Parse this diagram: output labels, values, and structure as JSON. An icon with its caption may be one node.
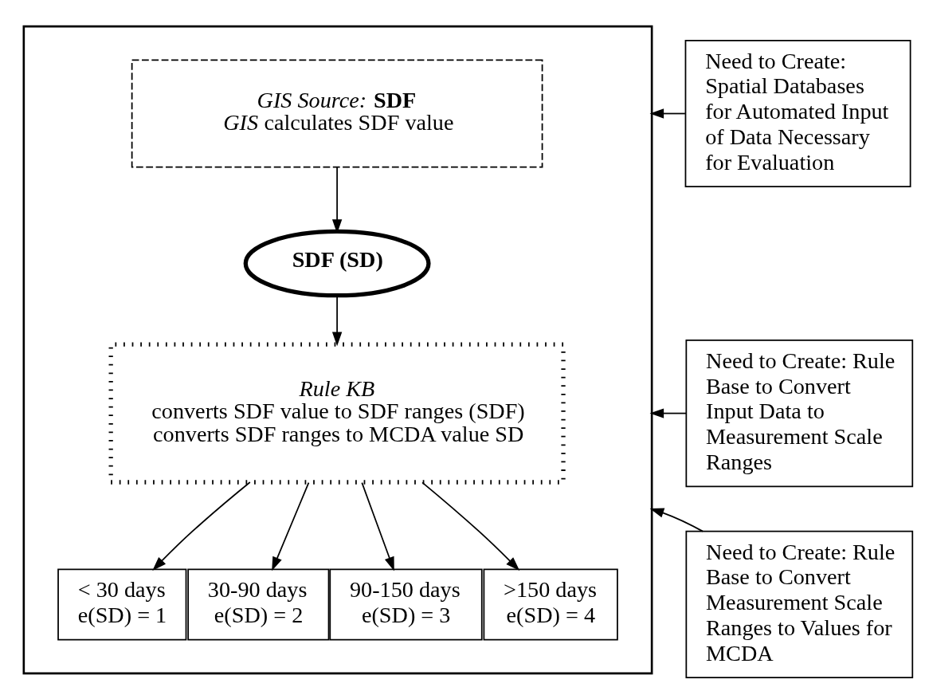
{
  "diagram": {
    "nodes": [
      {
        "text": [],
        "shape": "box"
      },
      {
        "text": [
          "*GIS Source:* **SDF**",
          "*GIS* calculates SDF value"
        ],
        "in": 0
      },
      {
        "text": [
          "SDF (SD)"
        ],
        "in": 0
      },
      {
        "text": [
          "Rule KB",
          "converts SDF value to SDF ranges (SDF)",
          "converts SDF ranges to MCDA value SD"
        ],
        "in": 0
      },
      {
        "text": [
          "< 30 days",
          "e(SD) = 1"
        ],
        "in": 0
      },
      {
        "text": [
          "30-90 days",
          "e(SD) = 2"
        ],
        "in": 0
      },
      {
        "text": [
          "90-150 days",
          "e(SD) = 3"
        ],
        "in": 0
      },
      {
        "text": [
          ">150 days",
          "e(SD) = 4"
        ],
        "in": 0
      },
      {
        "text": [
          "Need to Create: Spatial Databases for Automated Input of Data Necessary for Evaluation"
        ]
      },
      {
        "text": [
          "Need to Create: Rule Base to Convert Input Data to Measurement Scale Ranges"
        ]
      },
      {
        "text": [
          "Need to Create: Rule Base to Convert Measurement Scale Ranges to Values for MCDA"
        ]
      }
    ],
    "edges": [
      {
        "from": 1,
        "to": 2,
        "arrow": "to"
      },
      {
        "from": 2,
        "to": 3,
        "arrow": "to"
      },
      {
        "from": 3,
        "to": 4,
        "arrow": "to"
      },
      {
        "from": 3,
        "to": 5,
        "arrow": "to"
      },
      {
        "from": 3,
        "to": 6,
        "arrow": "to"
      },
      {
        "from": 3,
        "to": 7,
        "arrow": "to"
      },
      {
        "from": 8,
        "to": 0,
        "arrow": "to"
      },
      {
        "from": 9,
        "to": 0,
        "arrow": "to"
      },
      {
        "from": 10,
        "to": 0,
        "arrow": "to"
      }
    ]
  }
}
